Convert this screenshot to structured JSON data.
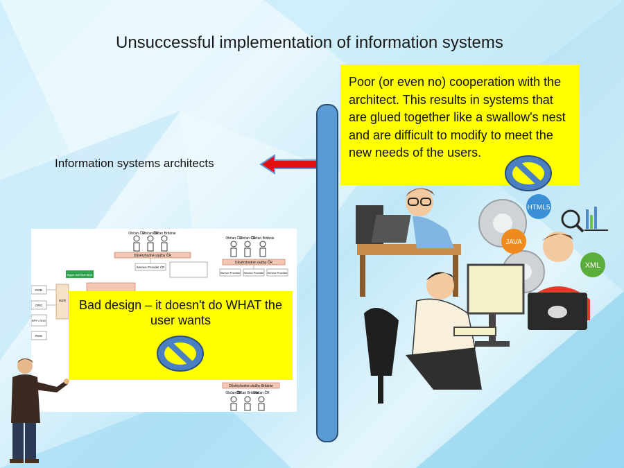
{
  "slide": {
    "title": "Unsuccessful implementation of information systems",
    "architects_label": "Information systems architects",
    "right_box_text": "Poor (or even no) cooperation with the architect. This results in systems that are glued together like a swallow's nest and are difficult to modify to meet the new needs of the users.",
    "left_box_text": "Bad design – it doesn't do WHAT the user wants"
  },
  "tech_badges": [
    "HTML5",
    "JAVA",
    "XML"
  ],
  "diagram": {
    "top_citizens": [
      "Občan ČR",
      "Občan ČR",
      "Občan Británie"
    ],
    "top_right_citizens": [
      "Občan ČR",
      "Občan ČR",
      "Občan Británie"
    ],
    "bottom_citizens": [
      "Občan ČR",
      "Občan Británie",
      "Občan ČR"
    ],
    "header_top": "Důvěryhodné služby ČR",
    "header_right": "Důvěryhodné služby ČR",
    "header_bottom": "Důvěryhodné služby Británie",
    "eigen_box": "Egon Service Bus",
    "side_boxes": [
      "ROB",
      "ORG",
      "RPP / ROS",
      "ROS"
    ],
    "service_box": "Service Provider ČR",
    "service_boxes": [
      "Service Provider",
      "Service Provider",
      "Service Provider"
    ],
    "vertical_label": "ISZR"
  },
  "colors": {
    "title": "#1a1a1a",
    "bar": "#5b9bd5",
    "highlight": "#ffff00",
    "arrow": "#e01010",
    "no_sign": "#4a7fc1"
  }
}
